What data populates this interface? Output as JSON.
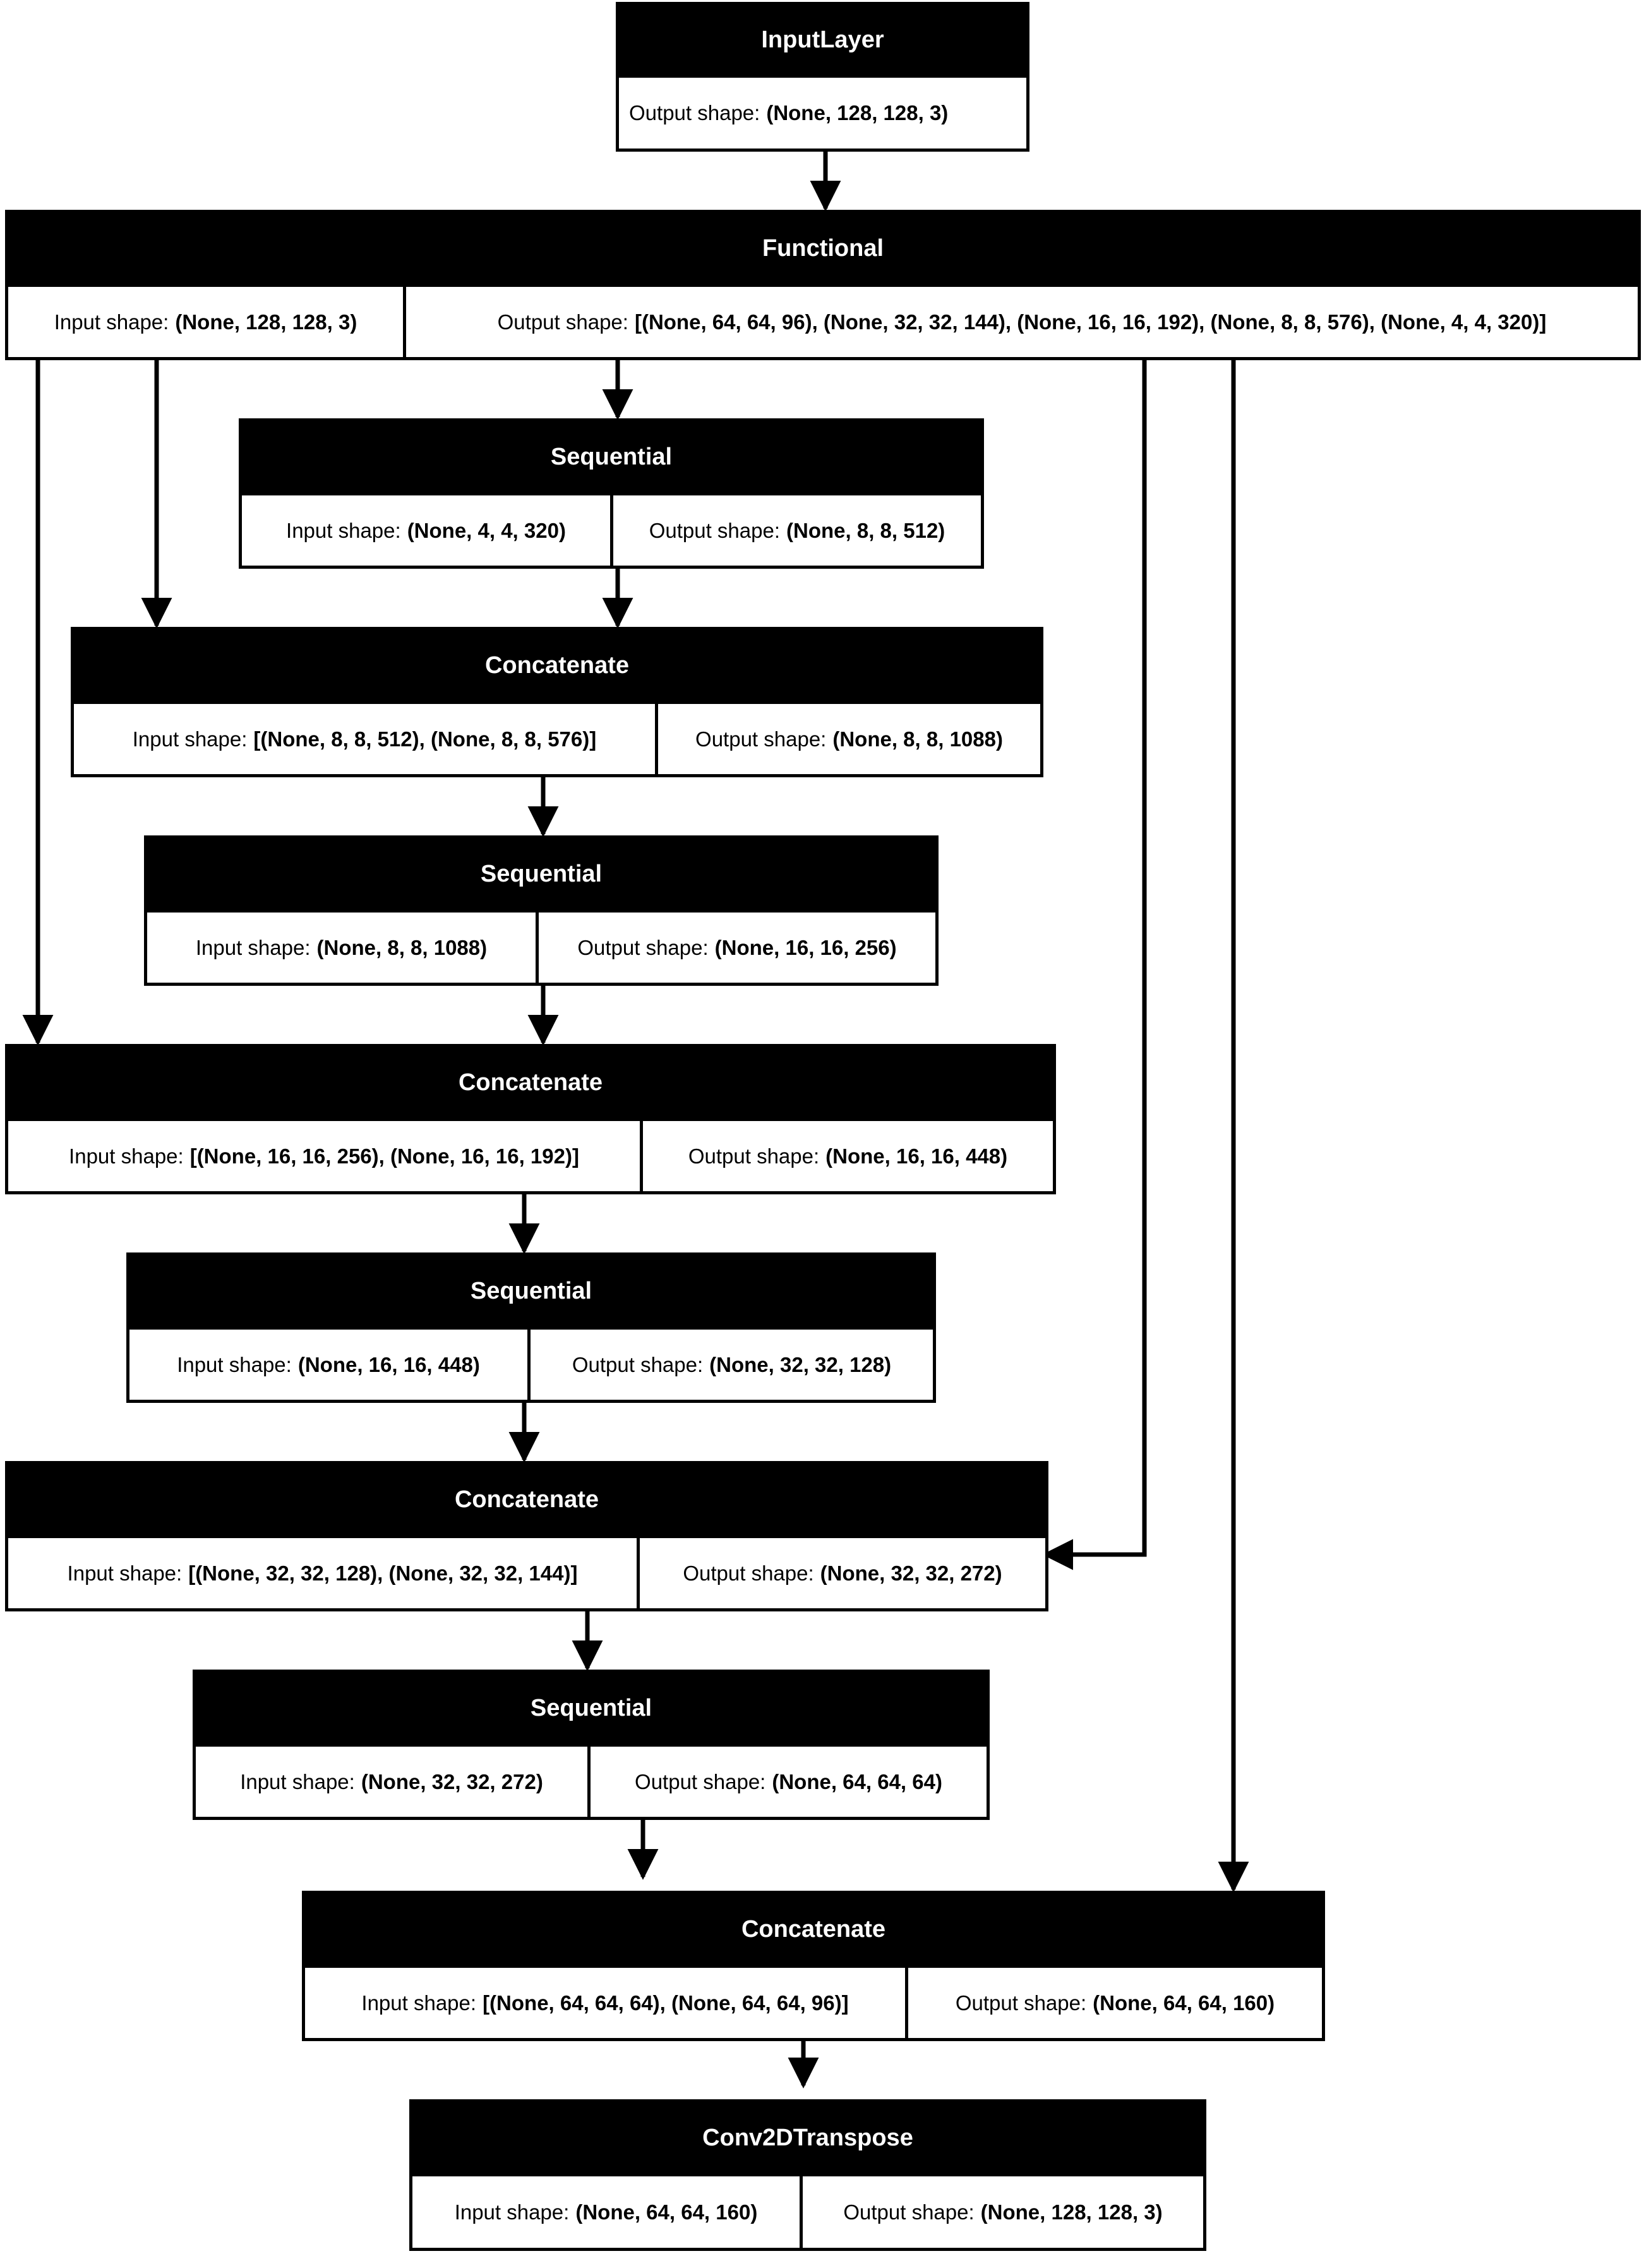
{
  "diagram": {
    "title": "Keras model architecture graph",
    "colors": {
      "node_header_bg": "#000000",
      "node_header_text": "#ffffff",
      "node_body_bg": "#ffffff",
      "node_body_text": "#000000",
      "edge": "#000000",
      "canvas": "#ffffff"
    },
    "labels": {
      "input_shape": "Input shape:",
      "output_shape": "Output shape:"
    },
    "nodes": [
      {
        "id": "input_layer",
        "type": "InputLayer",
        "output_shape": "(None, 128, 128, 3)"
      },
      {
        "id": "functional",
        "type": "Functional",
        "input_shape": "(None, 128, 128, 3)",
        "output_shape": "[(None, 64, 64, 96), (None, 32, 32, 144), (None, 16, 16, 192), (None, 8, 8, 576), (None, 4, 4, 320)]"
      },
      {
        "id": "sequential_1",
        "type": "Sequential",
        "input_shape": "(None, 4, 4, 320)",
        "output_shape": "(None, 8, 8, 512)"
      },
      {
        "id": "concatenate_1",
        "type": "Concatenate",
        "input_shape": "[(None, 8, 8, 512), (None, 8, 8, 576)]",
        "output_shape": "(None, 8, 8, 1088)"
      },
      {
        "id": "sequential_2",
        "type": "Sequential",
        "input_shape": "(None, 8, 8, 1088)",
        "output_shape": "(None, 16, 16, 256)"
      },
      {
        "id": "concatenate_2",
        "type": "Concatenate",
        "input_shape": "[(None, 16, 16, 256), (None, 16, 16, 192)]",
        "output_shape": "(None, 16, 16, 448)"
      },
      {
        "id": "sequential_3",
        "type": "Sequential",
        "input_shape": "(None, 16, 16, 448)",
        "output_shape": "(None, 32, 32, 128)"
      },
      {
        "id": "concatenate_3",
        "type": "Concatenate",
        "input_shape": "[(None, 32, 32, 128), (None, 32, 32, 144)]",
        "output_shape": "(None, 32, 32, 272)"
      },
      {
        "id": "sequential_4",
        "type": "Sequential",
        "input_shape": "(None, 32, 32, 272)",
        "output_shape": "(None, 64, 64, 64)"
      },
      {
        "id": "concatenate_4",
        "type": "Concatenate",
        "input_shape": "[(None, 64, 64, 64), (None, 64, 64, 96)]",
        "output_shape": "(None, 64, 64, 160)"
      },
      {
        "id": "conv2d_transpose",
        "type": "Conv2DTranspose",
        "input_shape": "(None, 64, 64, 160)",
        "output_shape": "(None, 128, 128, 3)"
      }
    ],
    "edges": [
      {
        "from": "input_layer",
        "to": "functional"
      },
      {
        "from": "functional",
        "to": "sequential_1"
      },
      {
        "from": "functional",
        "to": "concatenate_1"
      },
      {
        "from": "functional",
        "to": "concatenate_2"
      },
      {
        "from": "functional",
        "to": "concatenate_3"
      },
      {
        "from": "functional",
        "to": "concatenate_4"
      },
      {
        "from": "sequential_1",
        "to": "concatenate_1"
      },
      {
        "from": "concatenate_1",
        "to": "sequential_2"
      },
      {
        "from": "sequential_2",
        "to": "concatenate_2"
      },
      {
        "from": "concatenate_2",
        "to": "sequential_3"
      },
      {
        "from": "sequential_3",
        "to": "concatenate_3"
      },
      {
        "from": "concatenate_3",
        "to": "sequential_4"
      },
      {
        "from": "sequential_4",
        "to": "concatenate_4"
      },
      {
        "from": "concatenate_4",
        "to": "conv2d_transpose"
      }
    ]
  }
}
